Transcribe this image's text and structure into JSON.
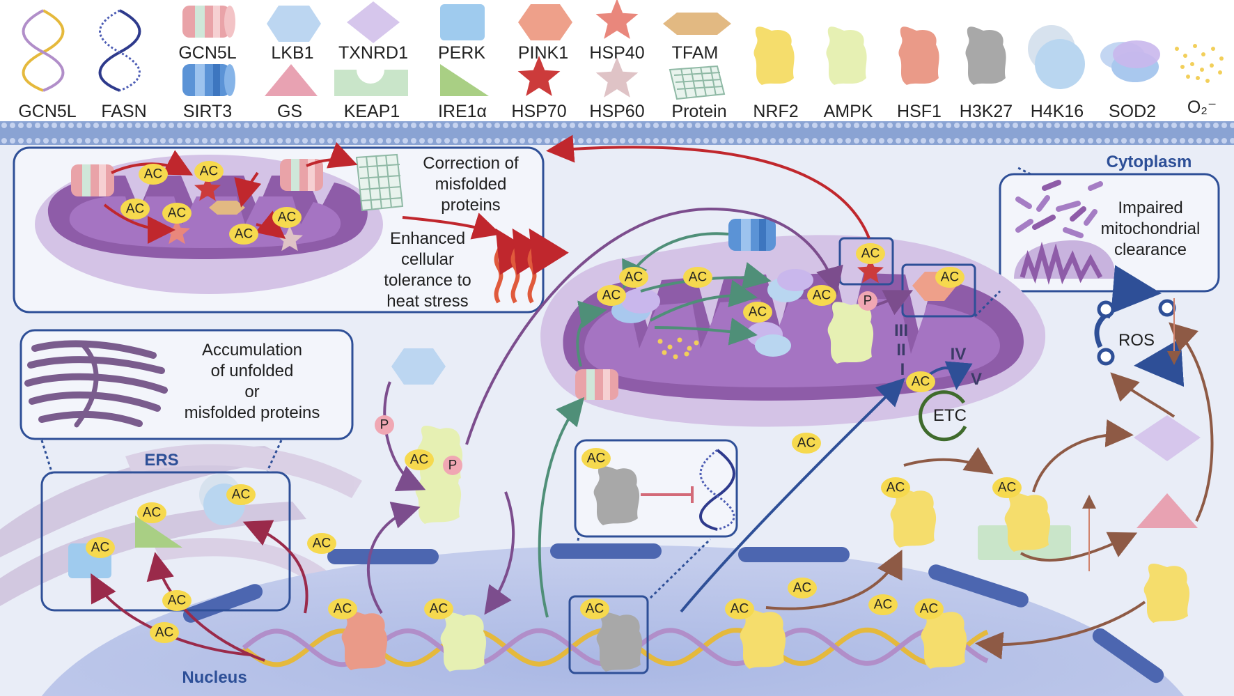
{
  "legend": {
    "gcn5l_a": "GCN5L",
    "lkb1": "LKB1",
    "txnrd1": "TXNRD1",
    "perk": "PERK",
    "pink1": "PINK1",
    "hsp40": "HSP40",
    "tfam": "TFAM",
    "gcn5l_b": "GCN5L",
    "fasn": "FASN",
    "sirt3": "SIRT3",
    "gs": "GS",
    "keap1": "KEAP1",
    "ire1a": "IRE1α",
    "hsp70": "HSP70",
    "hsp60": "HSP60",
    "protein": "Protein",
    "nrf2": "NRF2",
    "ampk": "AMPK",
    "hsf1": "HSF1",
    "h3k27": "H3K27",
    "h4k16": "H4K16",
    "sod2": "SOD2",
    "o2": "O₂⁻"
  },
  "regions": {
    "cytoplasm": "Cytoplasm",
    "nucleus": "Nucleus",
    "ers": "ERS"
  },
  "boxes": {
    "correction": [
      "Correction of",
      "misfolded",
      "proteins"
    ],
    "tolerance": [
      "Enhanced",
      "cellular",
      "tolerance to",
      "heat stress"
    ],
    "accumulation": [
      "Accumulation",
      "of unfolded",
      "or",
      "misfolded proteins"
    ],
    "impaired": [
      "Impaired",
      "mitochondrial",
      "clearance"
    ]
  },
  "marks": {
    "acetyl": "AC",
    "phospho": "P",
    "ros": "ROS",
    "etc": "ETC"
  },
  "complexes": [
    "I",
    "II",
    "III",
    "IV",
    "V"
  ],
  "colors": {
    "gcn5l": "#e9a3a8",
    "sirt3": "#5b93d6",
    "lkb1": "#bcd6f1",
    "txnrd1": "#d6c6ec",
    "perk": "#9fcbee",
    "pink1": "#eea08a",
    "hsp40": "#e9877c",
    "tfam": "#e2b982",
    "gs": "#e8a2b2",
    "keap1": "#c9e5c9",
    "ire1a": "#a9cf84",
    "hsp70": "#cc3b3b",
    "hsp60": "#dfc3c6",
    "nrf2": "#f5dd6c",
    "ampk": "#e6f0b3",
    "hsf1": "#ea9a88",
    "h3k27": "#a8a8a8",
    "h4k16": "#b9d6f0",
    "sod2": "#c9b7ec",
    "ac": "#f6d94e",
    "p": "#f0a7b3",
    "mito": "#b89bd8",
    "mito_inner": "#8e5ca8",
    "arrow_red": "#c0272d",
    "arrow_purple": "#7c4d8d",
    "arrow_green": "#4f8f78",
    "arrow_blue": "#2e4f97",
    "arrow_brown": "#8e5a45"
  }
}
